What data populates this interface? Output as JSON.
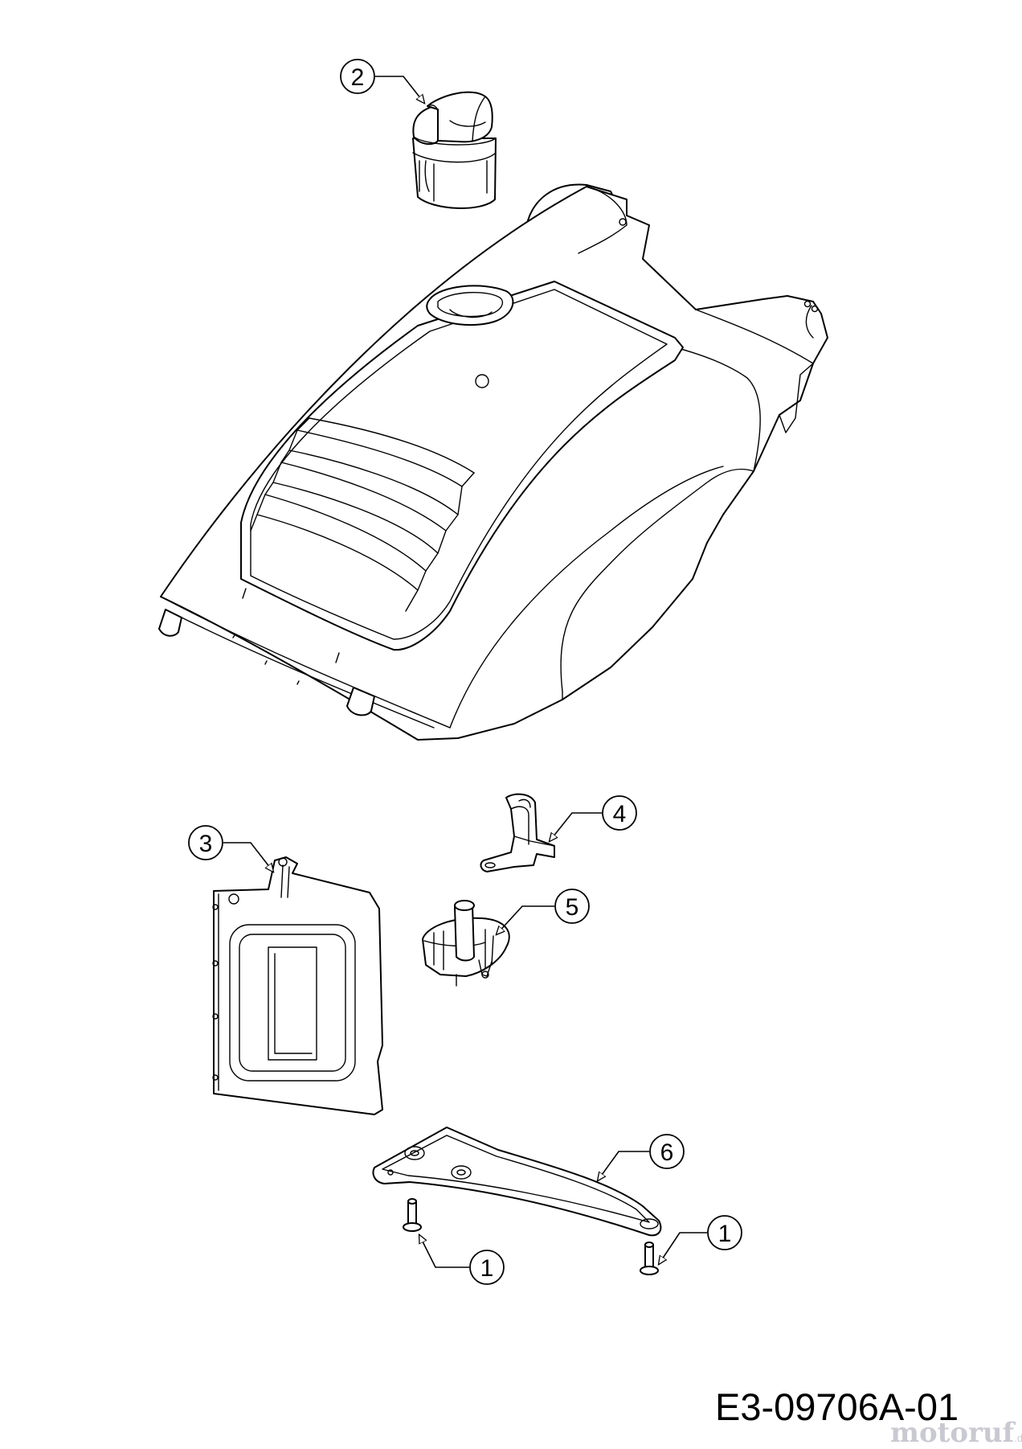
{
  "diagram_code": "E3-09706A-01",
  "watermark": {
    "text": "motoruf",
    "suffix": ".de"
  },
  "callouts": [
    {
      "id": "c2",
      "label": "2"
    },
    {
      "id": "c3",
      "label": "3"
    },
    {
      "id": "c4",
      "label": "4"
    },
    {
      "id": "c5",
      "label": "5"
    },
    {
      "id": "c6",
      "label": "6"
    },
    {
      "id": "c1a",
      "label": "1"
    },
    {
      "id": "c1b",
      "label": "1"
    }
  ]
}
